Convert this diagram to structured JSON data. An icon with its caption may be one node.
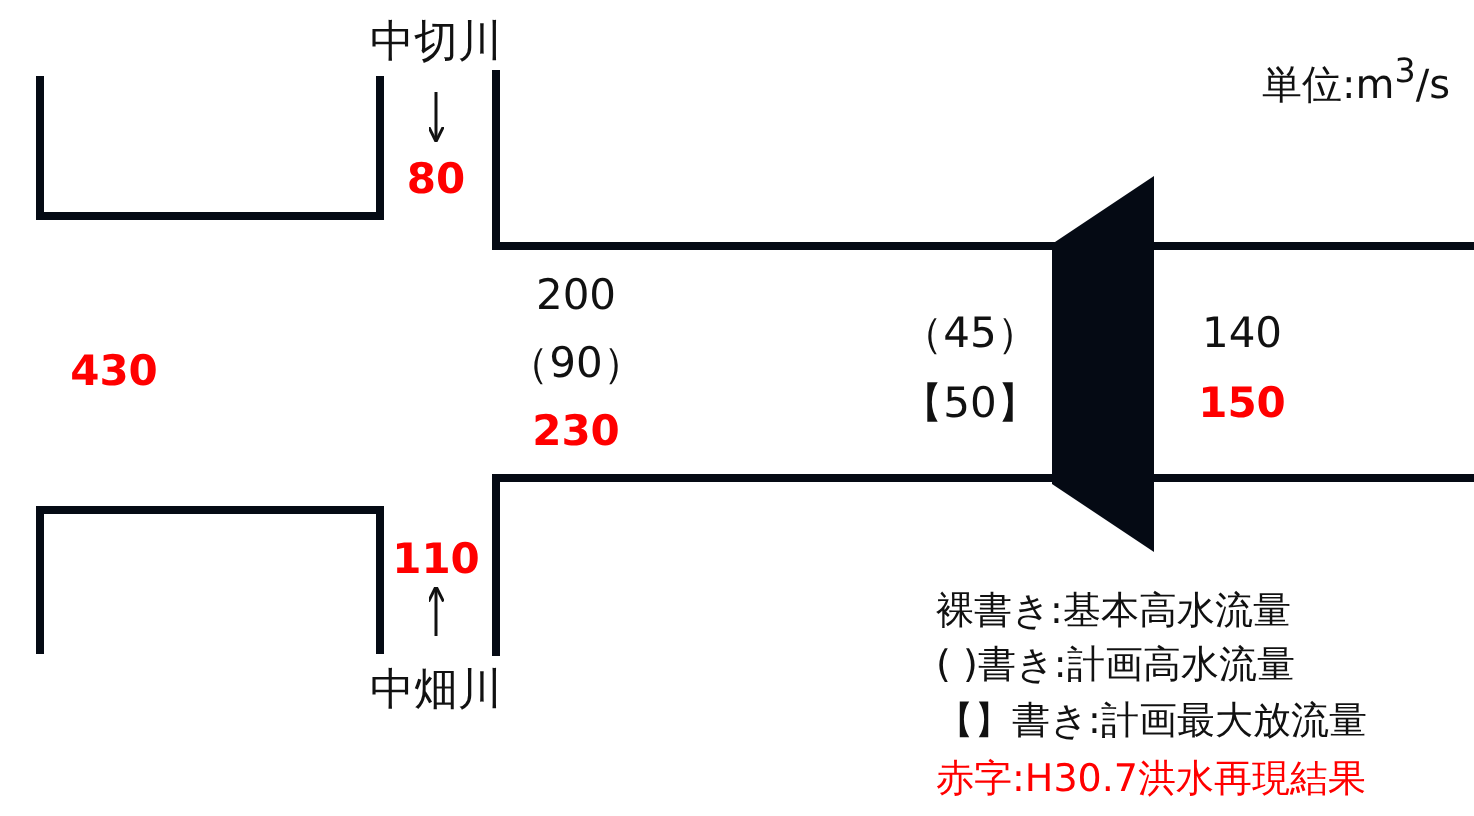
{
  "diagram": {
    "nodes": [
      {
        "text": [],
        "shape": "trapezoid"
      }
    ],
    "labels": [
      "中切川",
      "80",
      "単位:m$^{3}$/s",
      "200",
      "（90）",
      "430",
      "（45）",
      "140",
      "【50】",
      "230",
      "150",
      "110",
      "中畑川",
      "裸書き:基本高水流量",
      "( )書き:計画高水流量",
      "【】書き:計画最大放流量",
      "赤字:H30.7洪水再現結果"
    ]
  }
}
